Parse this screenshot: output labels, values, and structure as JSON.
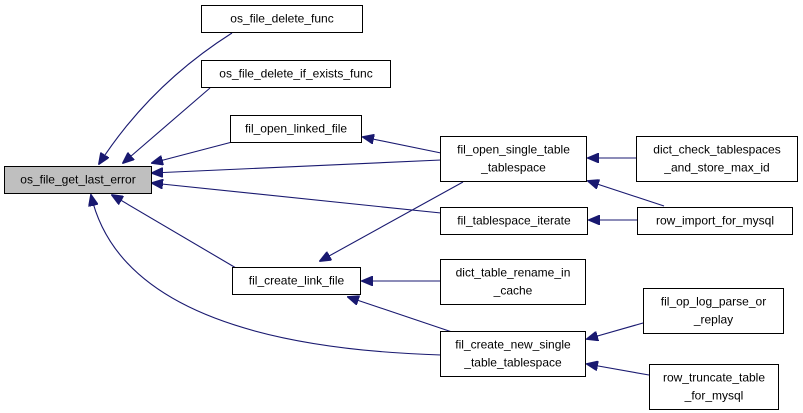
{
  "colors": {
    "edge": "#191970",
    "node_fill": "#ffffff",
    "root_fill": "#bfbfbf",
    "border": "#000000"
  },
  "nodes": [
    {
      "id": "os_file_get_last_error",
      "lines": [
        "os_file_get_last_error"
      ],
      "root": true
    },
    {
      "id": "os_file_delete_func",
      "lines": [
        "os_file_delete_func"
      ]
    },
    {
      "id": "os_file_delete_if_exists_func",
      "lines": [
        "os_file_delete_if_exists_func"
      ]
    },
    {
      "id": "fil_open_linked_file",
      "lines": [
        "fil_open_linked_file"
      ]
    },
    {
      "id": "fil_create_link_file",
      "lines": [
        "fil_create_link_file"
      ]
    },
    {
      "id": "fil_open_single_table_tablespace",
      "lines": [
        "fil_open_single_table",
        "_tablespace"
      ]
    },
    {
      "id": "fil_tablespace_iterate",
      "lines": [
        "fil_tablespace_iterate"
      ]
    },
    {
      "id": "dict_table_rename_in_cache",
      "lines": [
        "dict_table_rename_in",
        "_cache"
      ]
    },
    {
      "id": "fil_create_new_single_table_tablespace",
      "lines": [
        "fil_create_new_single",
        "_table_tablespace"
      ]
    },
    {
      "id": "dict_check_tablespaces_and_store_max_id",
      "lines": [
        "dict_check_tablespaces",
        "_and_store_max_id"
      ]
    },
    {
      "id": "row_import_for_mysql",
      "lines": [
        "row_import_for_mysql"
      ]
    },
    {
      "id": "fil_op_log_parse_or_replay",
      "lines": [
        "fil_op_log_parse_or",
        "_replay"
      ]
    },
    {
      "id": "row_truncate_table_for_mysql",
      "lines": [
        "row_truncate_table",
        "_for_mysql"
      ]
    }
  ],
  "edges": [
    {
      "from": "os_file_delete_func",
      "to": "os_file_get_last_error"
    },
    {
      "from": "os_file_delete_if_exists_func",
      "to": "os_file_get_last_error"
    },
    {
      "from": "fil_open_linked_file",
      "to": "os_file_get_last_error"
    },
    {
      "from": "fil_open_single_table_tablespace",
      "to": "os_file_get_last_error"
    },
    {
      "from": "fil_tablespace_iterate",
      "to": "os_file_get_last_error"
    },
    {
      "from": "fil_create_link_file",
      "to": "os_file_get_last_error"
    },
    {
      "from": "fil_create_new_single_table_tablespace",
      "to": "os_file_get_last_error"
    },
    {
      "from": "fil_open_single_table_tablespace",
      "to": "fil_open_linked_file"
    },
    {
      "from": "fil_open_single_table_tablespace",
      "to": "fil_create_link_file"
    },
    {
      "from": "dict_table_rename_in_cache",
      "to": "fil_create_link_file"
    },
    {
      "from": "fil_create_new_single_table_tablespace",
      "to": "fil_create_link_file"
    },
    {
      "from": "dict_check_tablespaces_and_store_max_id",
      "to": "fil_open_single_table_tablespace"
    },
    {
      "from": "row_import_for_mysql",
      "to": "fil_open_single_table_tablespace"
    },
    {
      "from": "row_import_for_mysql",
      "to": "fil_tablespace_iterate"
    },
    {
      "from": "fil_op_log_parse_or_replay",
      "to": "fil_create_new_single_table_tablespace"
    },
    {
      "from": "row_truncate_table_for_mysql",
      "to": "fil_create_new_single_table_tablespace"
    }
  ]
}
